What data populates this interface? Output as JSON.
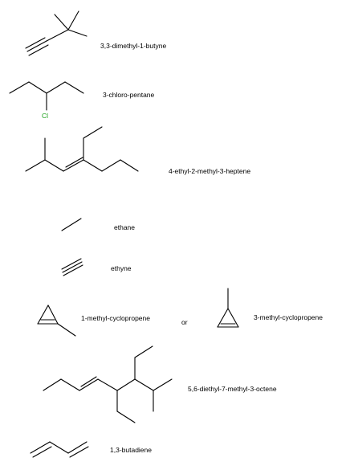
{
  "molecules": [
    {
      "key": "dimethylbutyne",
      "name": "3,3-dimethyl-1-butyne"
    },
    {
      "key": "chloropentane",
      "name": "3-chloro-pentane",
      "atom_label": "Cl",
      "atom_color": "#1fa21f"
    },
    {
      "key": "ethylmethylheptene",
      "name": "4-ethyl-2-methyl-3-heptene"
    },
    {
      "key": "ethane",
      "name": "ethane"
    },
    {
      "key": "ethyne",
      "name": "ethyne"
    },
    {
      "key": "methylcyclopropene1",
      "name": "1-methyl-cyclopropene"
    },
    {
      "key": "methylcyclopropene3",
      "name": "3-methyl-cyclopropene"
    },
    {
      "key": "diethylmethyloctene",
      "name": "5,6-diethyl-7-methyl-3-octene"
    },
    {
      "key": "butadiene",
      "name": "1,3-butadiene"
    }
  ],
  "connector": "or"
}
